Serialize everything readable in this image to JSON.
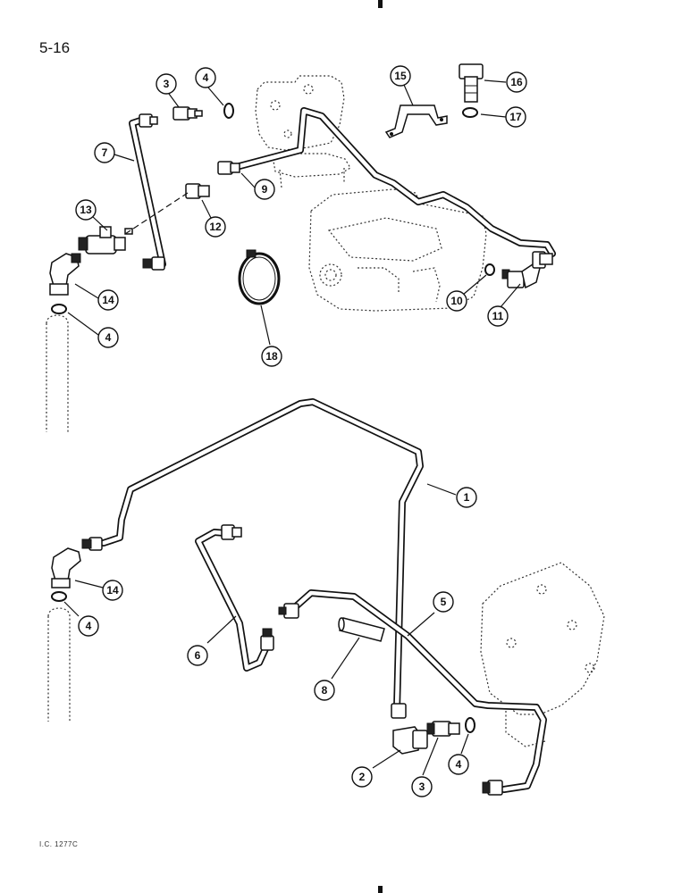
{
  "header": {
    "page_number": "5-16"
  },
  "footer": {
    "figure_code": "I.C. 1277C"
  },
  "callouts": [
    {
      "id": "c3a",
      "label": "3"
    },
    {
      "id": "c4a",
      "label": "4"
    },
    {
      "id": "c7",
      "label": "7"
    },
    {
      "id": "c9",
      "label": "9"
    },
    {
      "id": "c12",
      "label": "12"
    },
    {
      "id": "c13",
      "label": "13"
    },
    {
      "id": "c14a",
      "label": "14"
    },
    {
      "id": "c4b",
      "label": "4"
    },
    {
      "id": "c15",
      "label": "15"
    },
    {
      "id": "c16",
      "label": "16"
    },
    {
      "id": "c17",
      "label": "17"
    },
    {
      "id": "c10",
      "label": "10"
    },
    {
      "id": "c11",
      "label": "11"
    },
    {
      "id": "c18",
      "label": "18"
    },
    {
      "id": "c1",
      "label": "1"
    },
    {
      "id": "c14b",
      "label": "14"
    },
    {
      "id": "c4c",
      "label": "4"
    },
    {
      "id": "c6",
      "label": "6"
    },
    {
      "id": "c5",
      "label": "5"
    },
    {
      "id": "c8",
      "label": "8"
    },
    {
      "id": "c2",
      "label": "2"
    },
    {
      "id": "c3b",
      "label": "3"
    },
    {
      "id": "c4d",
      "label": "4"
    }
  ]
}
